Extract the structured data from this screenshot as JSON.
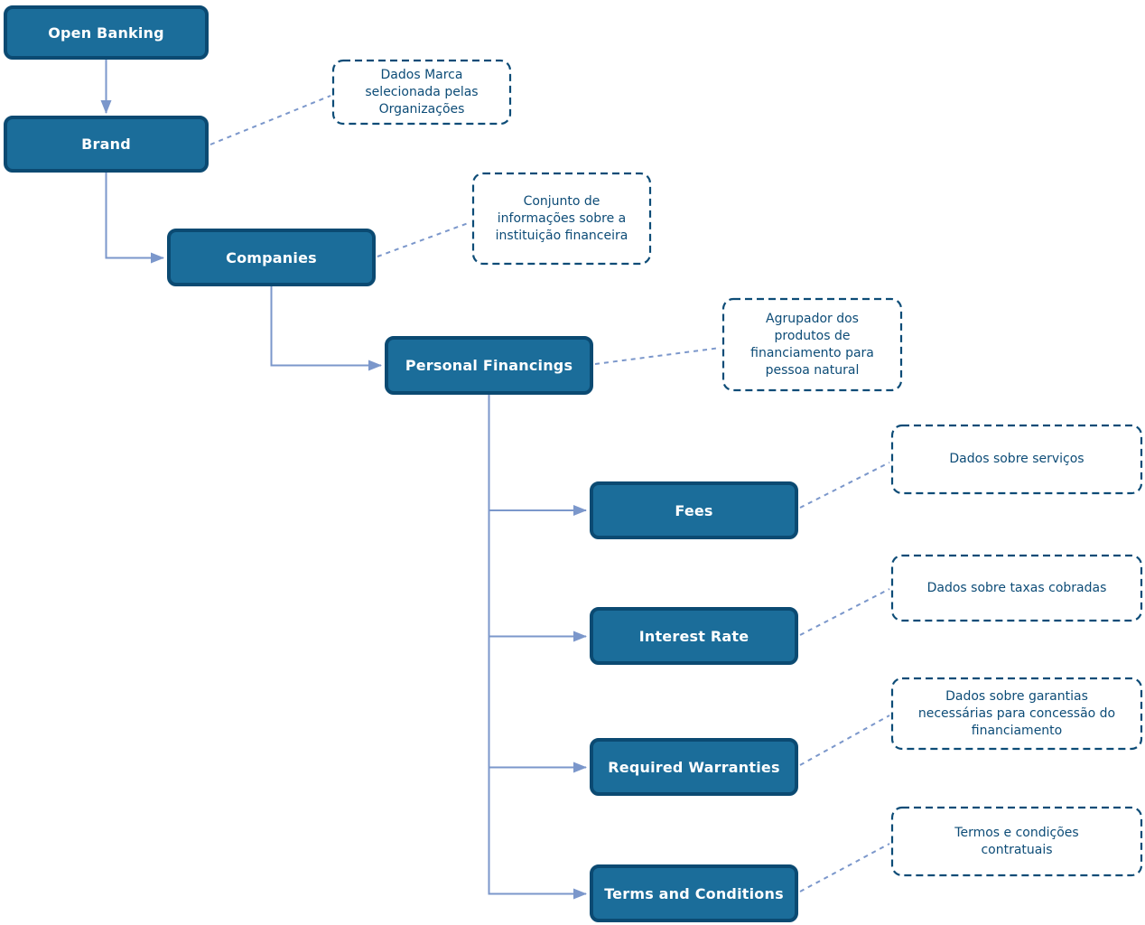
{
  "diagram": {
    "type": "flowchart",
    "nodes": {
      "open_banking": {
        "label": "Open Banking"
      },
      "brand": {
        "label": "Brand",
        "note": "Dados Marca selecionada pelas Organizações"
      },
      "companies": {
        "label": "Companies",
        "note": "Conjunto de informações sobre a instituição financeira"
      },
      "personal_financings": {
        "label": "Personal Financings",
        "note": "Agrupador dos produtos de financiamento para pessoa natural"
      },
      "fees": {
        "label": "Fees",
        "note": "Dados sobre serviços"
      },
      "interest_rate": {
        "label": "Interest Rate",
        "note": "Dados sobre taxas cobradas"
      },
      "required_warranties": {
        "label": "Required Warranties",
        "note": "Dados sobre garantias necessárias para concessão do financiamento"
      },
      "terms_and_conditions": {
        "label": "Terms and Conditions",
        "note": "Termos e condições contratuais"
      }
    },
    "edges": [
      {
        "from": "Open Banking",
        "to": "Brand"
      },
      {
        "from": "Brand",
        "to": "Companies"
      },
      {
        "from": "Companies",
        "to": "Personal Financings"
      },
      {
        "from": "Personal Financings",
        "to": "Fees"
      },
      {
        "from": "Personal Financings",
        "to": "Interest Rate"
      },
      {
        "from": "Personal Financings",
        "to": "Required Warranties"
      },
      {
        "from": "Personal Financings",
        "to": "Terms and Conditions"
      }
    ],
    "colors": {
      "node_fill": "#1b6d9a",
      "node_border": "#0b4a72",
      "node_text": "#ffffff",
      "note_border": "#0d4c77",
      "note_text": "#0d4c77",
      "connector": "#7b97cb",
      "background": "#ffffff"
    }
  }
}
